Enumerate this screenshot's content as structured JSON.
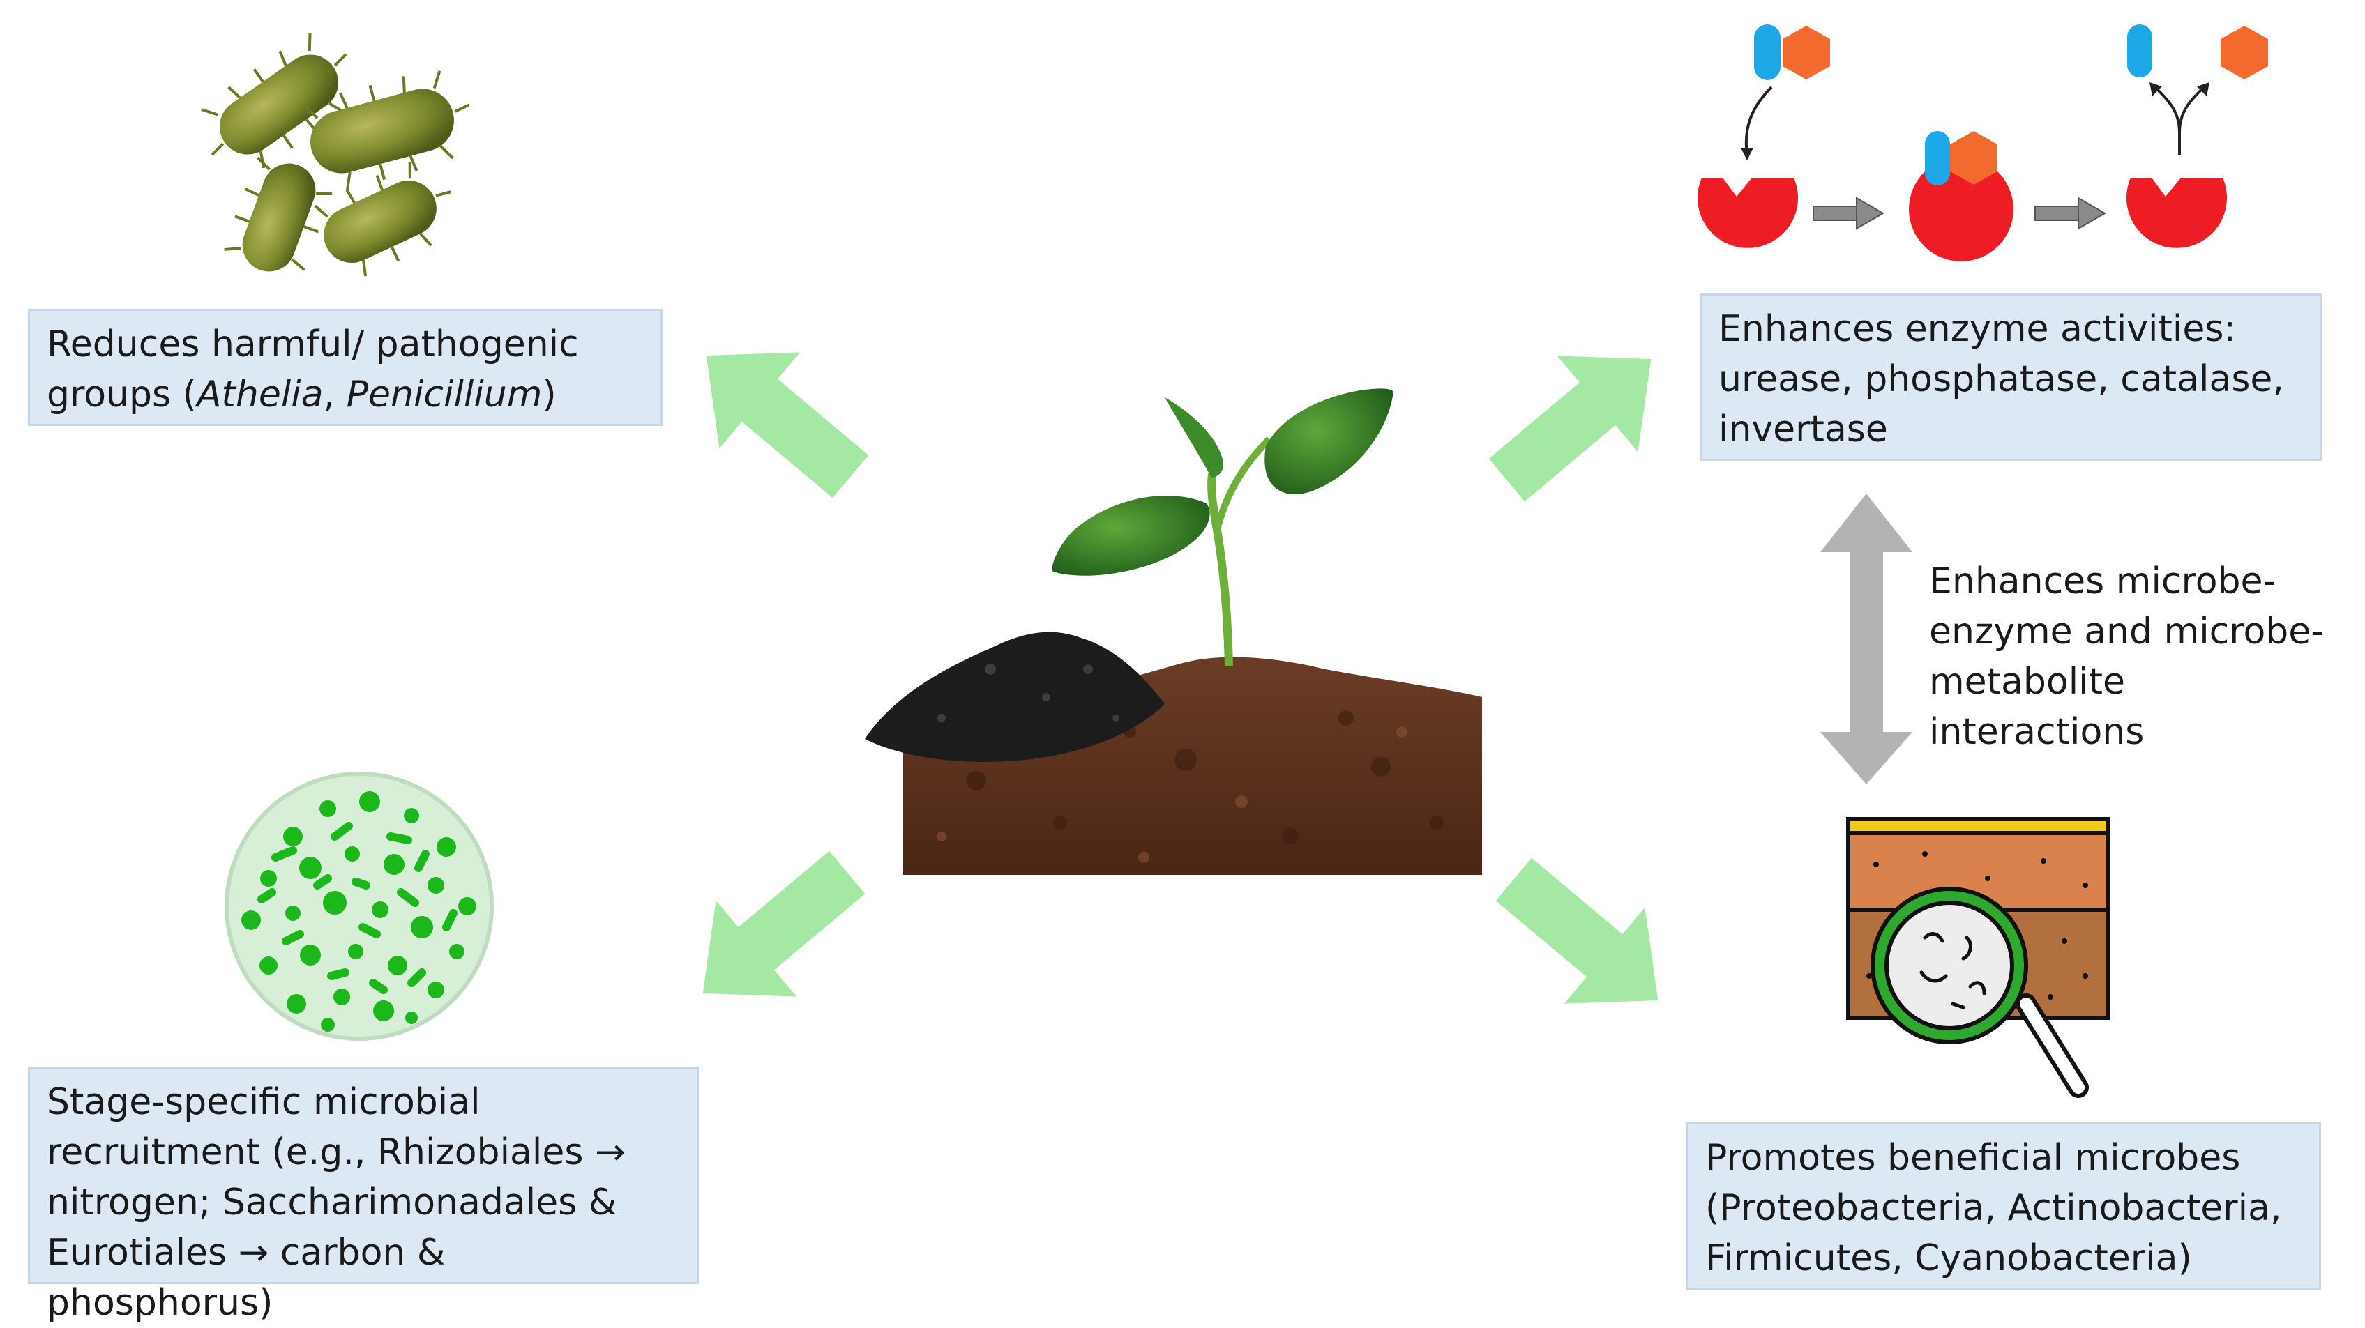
{
  "boxes": {
    "top_left": {
      "line1": "Reduces harmful/ pathogenic",
      "line2_pre": "groups (",
      "line2_it1": "Athelia",
      "line2_sep": ", ",
      "line2_it2": "Penicillium",
      "line2_post": ")"
    },
    "top_right": {
      "line1": "Enhances enzyme activities:",
      "line2": "urease, phosphatase, catalase,",
      "line3": "invertase"
    },
    "bottom_left": {
      "line1": "Stage-specific microbial",
      "line2": "recruitment (e.g., Rhizobiales →",
      "line3": "nitrogen; Saccharimonadales &",
      "line4": "Eurotiales → carbon & phosphorus)"
    },
    "bottom_right": {
      "line1": "Promotes beneficial microbes",
      "line2": "(Proteobacteria, Actinobacteria,",
      "line3": "Firmicutes, Cyanobacteria)"
    }
  },
  "interaction_text": {
    "line1": "Enhances microbe-",
    "line2": "enzyme and microbe-",
    "line3": "metabolite interactions"
  },
  "colors": {
    "box_fill": "#dce9f5",
    "arrow_green": "#a4e8a4",
    "arrow_grey": "#b3b3b3",
    "enzyme_red": "#ee1c25",
    "substrate_blue": "#1fa8e8",
    "substrate_orange": "#f26a2e"
  }
}
